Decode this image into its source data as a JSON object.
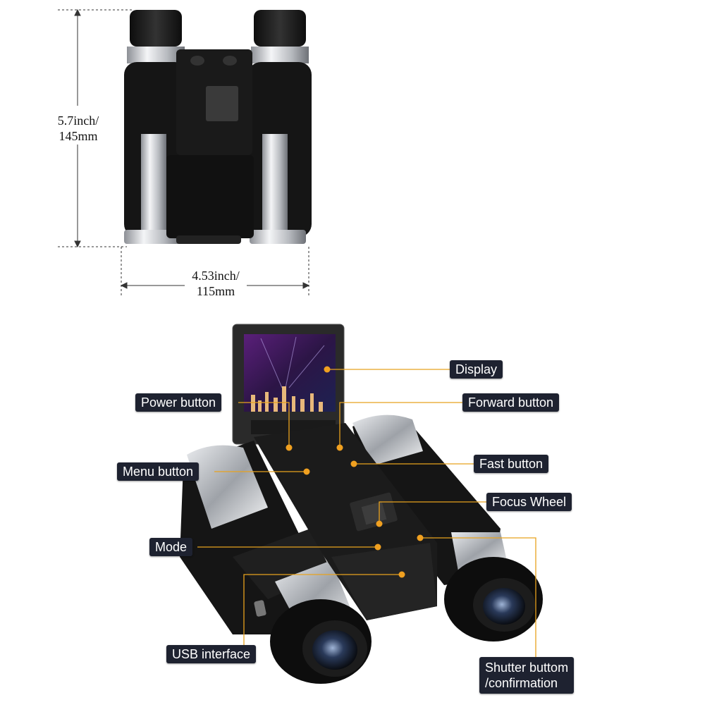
{
  "dimensions": {
    "height_label": [
      "5.7inch/",
      "145mm"
    ],
    "width_label": [
      "4.53inch/",
      "115mm"
    ]
  },
  "callouts": {
    "display": "Display",
    "power": "Power button",
    "forward": "Forward button",
    "menu": "Menu button",
    "fast": "Fast button",
    "focus": "Focus Wheel",
    "mode": "Mode",
    "usb": "USB interface",
    "shutter": [
      "Shutter buttom",
      "/confirmation"
    ]
  },
  "colors": {
    "callout_bg": "#1e2230",
    "callout_text": "#ffffff",
    "leader_line": "#e8a21e",
    "marker_dot": "#f0a020",
    "body_dark": "#1a1a1a",
    "chrome": "#c9ccd1"
  }
}
